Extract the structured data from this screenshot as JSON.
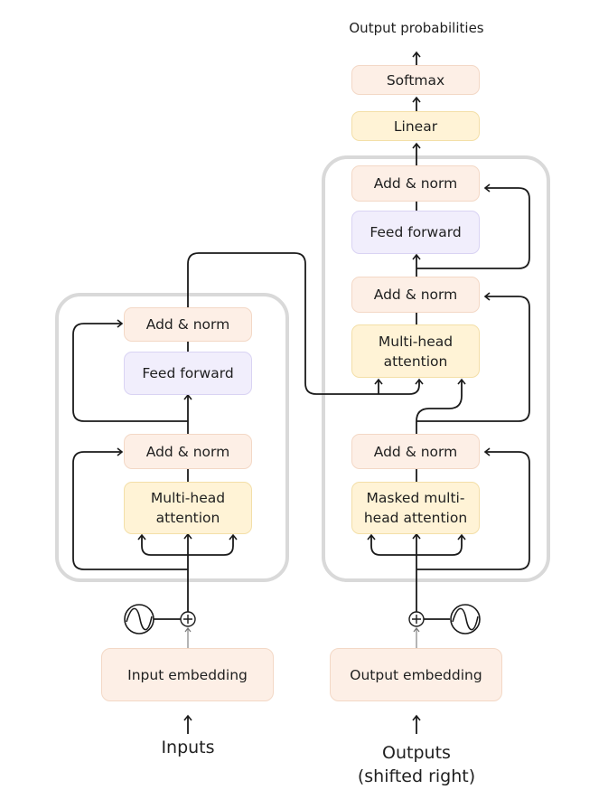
{
  "diagram": {
    "output_label": "Output probabilities",
    "softmax": "Softmax",
    "linear": "Linear",
    "decoder": {
      "add_norm_top": "Add & norm",
      "feed_forward": "Feed forward",
      "add_norm_mid": "Add & norm",
      "multi_head_attention": "Multi-head attention",
      "add_norm_bottom": "Add & norm",
      "masked_attention": "Masked multi-head attention",
      "embedding": "Output embedding",
      "input_label": "Outputs",
      "input_sublabel": "(shifted right)"
    },
    "encoder": {
      "add_norm_top": "Add & norm",
      "feed_forward": "Feed forward",
      "add_norm_bottom": "Add & norm",
      "multi_head_attention": "Multi-head attention",
      "embedding": "Input embedding",
      "input_label": "Inputs"
    }
  }
}
